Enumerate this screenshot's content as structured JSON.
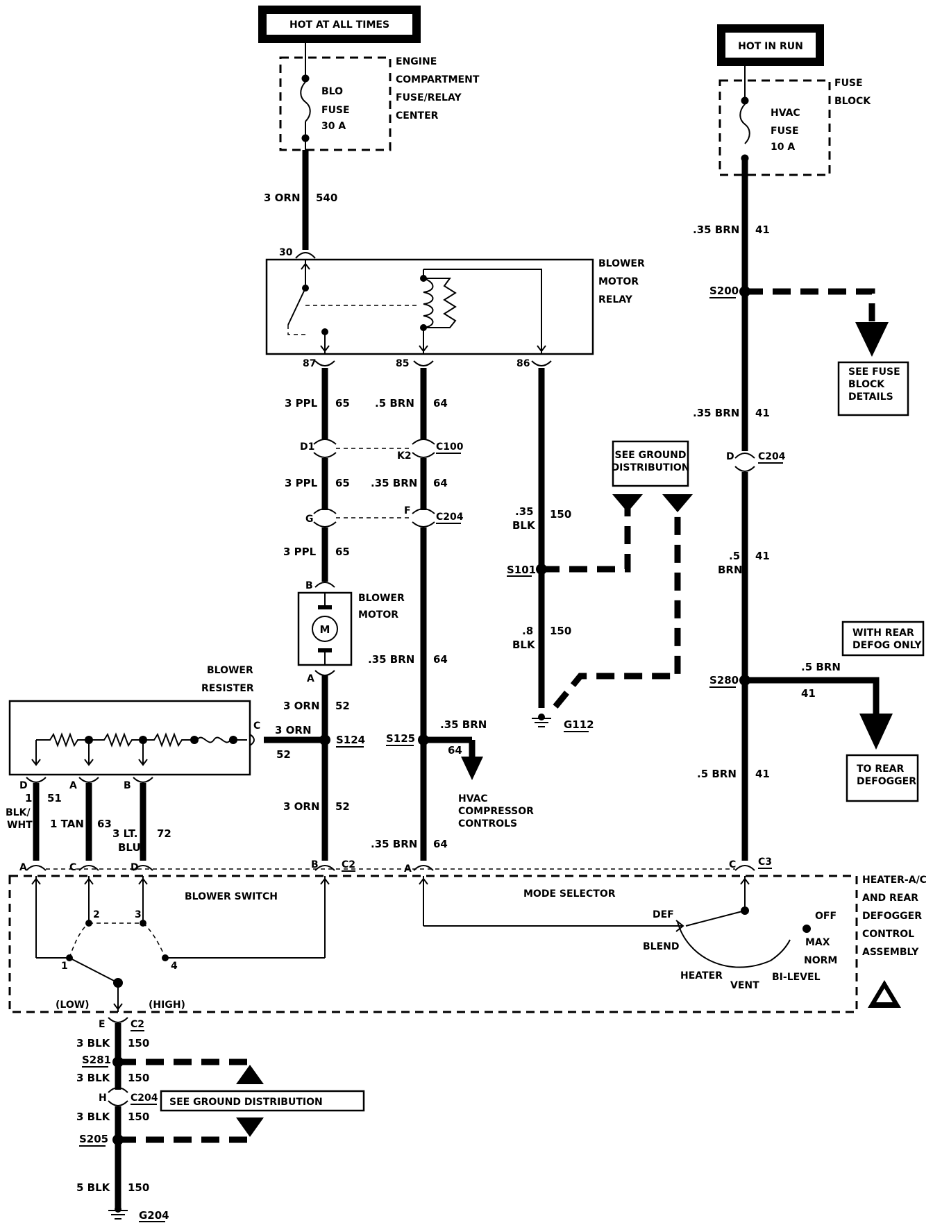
{
  "sources": {
    "hot_at_all_times": "HOT AT ALL TIMES",
    "hot_in_run": "HOT IN RUN"
  },
  "fuses": {
    "blo_fuse": [
      "BLO",
      "FUSE",
      "30 A"
    ],
    "hvac_fuse": [
      "HVAC",
      "FUSE",
      "10 A"
    ],
    "engine_center": [
      "ENGINE",
      "COMPARTMENT",
      "FUSE/RELAY",
      "CENTER"
    ],
    "fuse_block": [
      "FUSE",
      "BLOCK"
    ]
  },
  "relay": {
    "label": [
      "BLOWER",
      "MOTOR",
      "RELAY"
    ],
    "pins": [
      "30",
      "87",
      "85",
      "86"
    ]
  },
  "motor": {
    "label": [
      "BLOWER",
      "MOTOR"
    ],
    "symbol": "M",
    "pin_top": "B",
    "pin_bottom": "A"
  },
  "resister": {
    "label": [
      "BLOWER",
      "RESISTER"
    ],
    "pins": [
      "D",
      "A",
      "B",
      "C"
    ]
  },
  "wires": {
    "w540": [
      "3 ORN",
      "540"
    ],
    "w65a": [
      "3 PPL",
      "65"
    ],
    "w65b": [
      "3 PPL",
      "65"
    ],
    "w65c": [
      "3 PPL",
      "65"
    ],
    "w64a": [
      ".5 BRN",
      "64"
    ],
    "w64b": [
      ".35 BRN",
      "64"
    ],
    "w64c": [
      ".35 BRN",
      "64"
    ],
    "w64d": [
      ".35 BRN",
      "64"
    ],
    "w64e": [
      ".35 BRN",
      "64"
    ],
    "w150a": [
      ".35",
      "BLK",
      "150"
    ],
    "w150b": [
      ".8",
      "BLK",
      "150"
    ],
    "w52a": [
      "3 ORN",
      "52"
    ],
    "w52b": [
      "3 ORN",
      "52"
    ],
    "w52c": [
      "3 ORN",
      "52"
    ],
    "w51": [
      "1",
      "BLK/",
      "WHT",
      "51"
    ],
    "w63": [
      "1 TAN",
      "63"
    ],
    "w72": [
      "3 LT.",
      "BLU",
      "72"
    ],
    "w41a": [
      ".35 BRN",
      "41"
    ],
    "w41b": [
      ".35 BRN",
      "41"
    ],
    "w41c": [
      ".5",
      "BRN",
      "41"
    ],
    "w41d": [
      ".5 BRN",
      "41"
    ],
    "w41e": [
      ".5 BRN",
      "41"
    ],
    "w150c": [
      "3 BLK",
      "150"
    ],
    "w150d": [
      "3 BLK",
      "150"
    ],
    "w150e": [
      "3 BLK",
      "150"
    ],
    "w150f": [
      "5 BLK",
      "150"
    ]
  },
  "connectors": {
    "c100": "C100",
    "c204": "C204",
    "c2": "C2",
    "c3": "C3",
    "d1": "D1",
    "k2": "K2",
    "g": "G",
    "f": "F",
    "d": "D",
    "e": "E",
    "h": "H",
    "sw_pins": [
      "A",
      "C",
      "D",
      "B",
      "A",
      "C"
    ]
  },
  "splices": {
    "s101": "S101",
    "s124": "S124",
    "s125": "S125",
    "s200": "S200",
    "s280": "S280",
    "s281": "S281",
    "s205": "S205"
  },
  "grounds": {
    "g112": "G112",
    "g204": "G204"
  },
  "notes": {
    "see_ground_top": [
      "SEE GROUND",
      "DISTRIBUTION"
    ],
    "see_ground_bottom": "SEE GROUND DISTRIBUTION",
    "see_fuse_block": [
      "SEE FUSE",
      "BLOCK",
      "DETAILS"
    ],
    "with_rear_defog": [
      "WITH REAR",
      "DEFOG ONLY"
    ],
    "to_rear_defogger": [
      "TO REAR",
      "DEFOGGER"
    ],
    "hvac_compressor": [
      "HVAC",
      "COMPRESSOR",
      "CONTROLS"
    ]
  },
  "control_assembly": {
    "label": [
      "HEATER-A/C",
      "AND REAR",
      "DEFOGGER",
      "CONTROL",
      "ASSEMBLY"
    ],
    "blower_switch": "BLOWER SWITCH",
    "mode_selector": "MODE SELECTOR",
    "positions": [
      "1",
      "2",
      "3",
      "4"
    ],
    "low": "(LOW)",
    "high": "(HIGH)",
    "modes": [
      "DEF",
      "BLEND",
      "HEATER",
      "VENT",
      "BI-LEVEL",
      "NORM",
      "MAX",
      "OFF"
    ]
  }
}
